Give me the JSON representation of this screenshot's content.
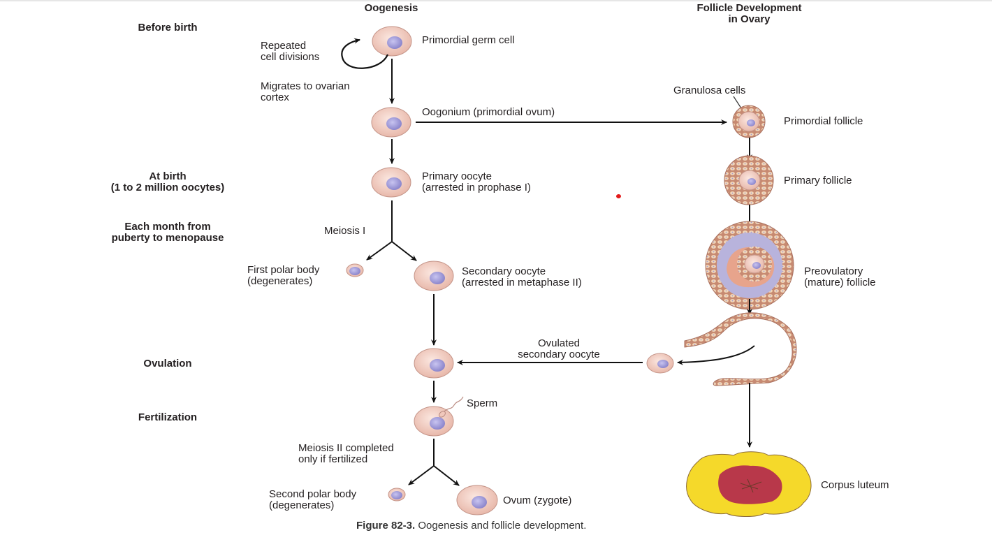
{
  "headers": {
    "oogenesis": "Oogenesis",
    "follicle": "Follicle Development\nin Ovary"
  },
  "stages": {
    "before_birth": "Before birth",
    "at_birth": "At birth\n(1 to 2 million oocytes)",
    "each_month": "Each month from\npuberty to menopause",
    "ovulation": "Ovulation",
    "fertilization": "Fertilization"
  },
  "oogenesis_labels": {
    "repeated_divisions": "Repeated\ncell divisions",
    "migrates": "Migrates to ovarian\ncortex",
    "primordial_germ_cell": "Primordial germ cell",
    "oogonium": "Oogonium (primordial ovum)",
    "primary_oocyte": "Primary oocyte\n(arrested in prophase I)",
    "meiosis_1": "Meiosis I",
    "first_polar_body": "First polar body\n(degenerates)",
    "secondary_oocyte": "Secondary oocyte\n(arrested in metaphase II)",
    "ovulated_secondary_oocyte": "Ovulated\nsecondary oocyte",
    "sperm": "Sperm",
    "meiosis_2": "Meiosis II completed\nonly if fertilized",
    "second_polar_body": "Second polar body\n(degenerates)",
    "ovum": "Ovum (zygote)"
  },
  "follicle_labels": {
    "granulosa_cells": "Granulosa cells",
    "primordial_follicle": "Primordial follicle",
    "primary_follicle": "Primary follicle",
    "preovulatory_follicle": "Preovulatory\n(mature) follicle",
    "corpus_luteum": "Corpus luteum"
  },
  "caption": {
    "figure_number": "Figure 82-3.",
    "text": "Oogenesis and follicle development."
  },
  "colors": {
    "cell_fill": "#f2cfc4",
    "cell_stroke": "#b98a80",
    "nucleus": "#9e9ad6",
    "granulosa": "#c98f76",
    "antrum": "#b8b3dc",
    "corpus_yellow": "#f5d92a",
    "corpus_red": "#b8384a",
    "annotation_dot": "#e31b1b"
  }
}
